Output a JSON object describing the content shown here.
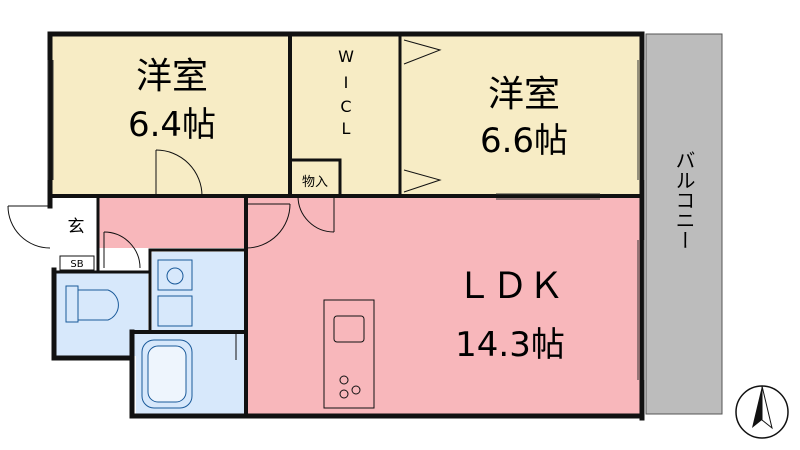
{
  "rooms": {
    "western_room_left": {
      "name": "洋室",
      "size": "6.4帖"
    },
    "western_room_right": {
      "name": "洋室",
      "size": "6.6帖"
    },
    "wic": {
      "line1": "W",
      "line2": "I",
      "line3": "C",
      "line4": "L"
    },
    "storage": {
      "label": "物入"
    },
    "ldk": {
      "name": "ＬＤＫ",
      "size": "14.3帖"
    },
    "entrance": {
      "label": "玄"
    },
    "shoe_box": {
      "label": "SB"
    },
    "balcony": {
      "label": "バルコニー"
    }
  },
  "colors": {
    "bedroom": "#f7ecc5",
    "ldk": "#f8b7bb",
    "wet_area": "#d7e8fb",
    "balcony": "#bcbcbc",
    "wall": "#111111"
  },
  "compass": {
    "icon": "north-arrow-icon"
  }
}
